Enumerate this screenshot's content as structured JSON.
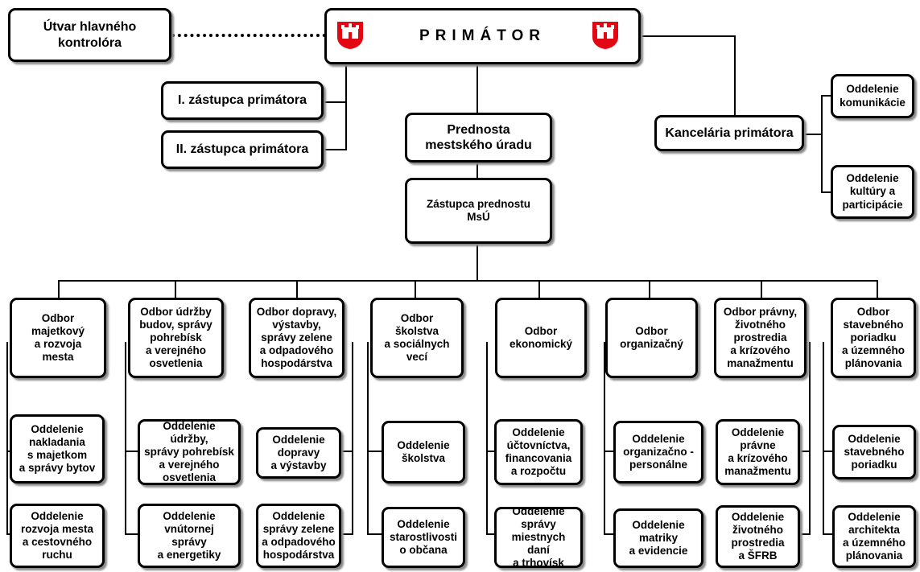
{
  "top": {
    "primator": "PRIMÁTOR",
    "kontrolor": "Útvar hlavného\nkontrolóra",
    "zastupca1": "I. zástupca primátora",
    "zastupca2": "II. zástupca primátora",
    "prednosta": "Prednosta\nmestského úradu",
    "kancelaria": "Kancelária primátora",
    "zastupca_prednostu": "Zástupca prednostu\nMsÚ",
    "komunikacia": "Oddelenie\nkomunikácie",
    "kultura": "Oddelenie\nkultúry a\nparticipácie"
  },
  "odbory": [
    {
      "name": "Odbor\nmajetkový\na rozvoja\nmesta",
      "units": [
        "Oddelenie\nnakladania\ns majetkom\na správy bytov",
        "Oddelenie\nrozvoja mesta\na cestovného\nruchu"
      ]
    },
    {
      "name": "Odbor údržby\nbudov, správy\npohrebísk\na verejného\nosvetlenia",
      "units": [
        "Oddelenie údržby,\nsprávy pohrebísk\na verejného\nosvetlenia",
        "Oddelenie\nvnútornej\nsprávy\na energetiky"
      ]
    },
    {
      "name": "Odbor dopravy,\nvýstavby,\nsprávy zelene\na odpadového\nhospodárstva",
      "units": [
        "Oddelenie\ndopravy\na výstavby",
        "Oddelenie\nsprávy zelene\na odpadového\nhospodárstva"
      ]
    },
    {
      "name": "Odbor\nškolstva\na sociálnych\nvecí",
      "units": [
        "Oddelenie\nškolstva",
        "Oddelenie\nstarostlivosti\no občana"
      ]
    },
    {
      "name": "Odbor\nekonomický",
      "units": [
        "Oddelenie\núčtovníctva,\nfinancovania\na rozpočtu",
        "Oddelenie\nsprávy\nmiestnych daní\na trhovísk"
      ]
    },
    {
      "name": "Odbor\norganizačný",
      "units": [
        "Oddelenie\norganizačno -\npersonálne",
        "Oddelenie\nmatriky\na evidencie"
      ]
    },
    {
      "name": "Odbor právny,\nživotného\nprostredia\na krízového\nmanažmentu",
      "units": [
        "Oddelenie\nprávne\na krízového\nmanažmentu",
        "Oddelenie\nživotného\nprostredia\na ŠFRB"
      ]
    },
    {
      "name": "Odbor\nstavebného\nporiadku\na územného\nplánovania",
      "units": [
        "Oddelenie\nstavebného\nporiadku",
        "Oddelenie\narchitekta\na územného\nplánovania"
      ]
    }
  ],
  "colors": {
    "line": "#000000",
    "crest": "#e30613"
  },
  "icons": [
    "city-crest-icon"
  ]
}
